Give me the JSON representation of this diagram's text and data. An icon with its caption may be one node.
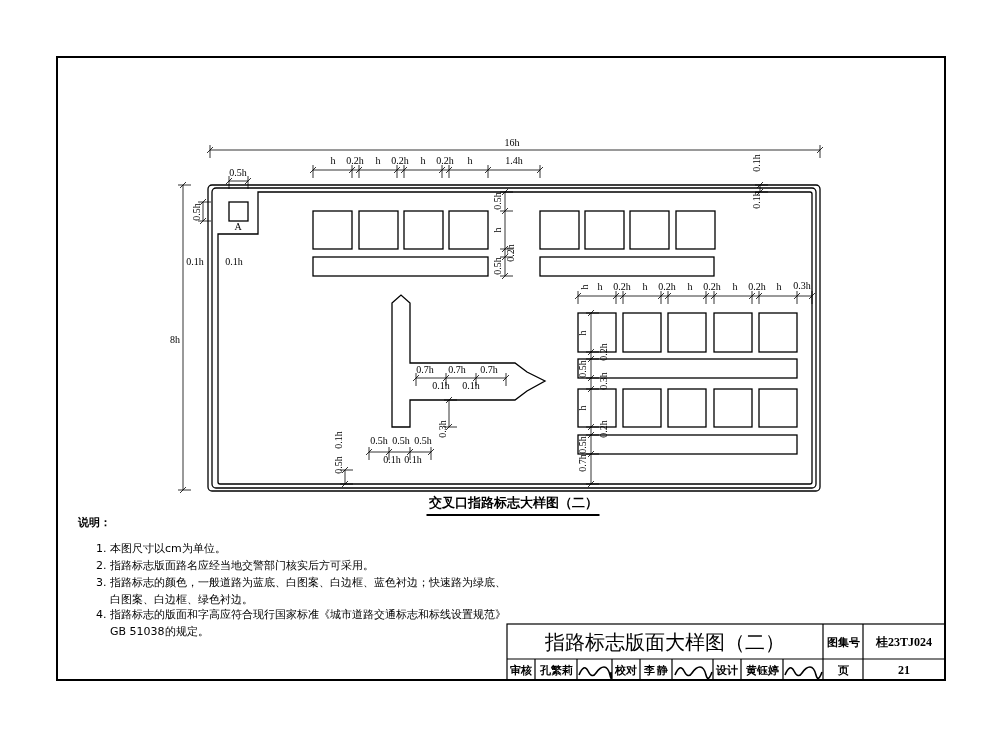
{
  "diagram": {
    "title": "指路标志版面大样图（二）",
    "caption": "交叉口指路标志大样图（二）",
    "labels": [
      "16h",
      "0.5h",
      "h",
      "0.2h",
      "h",
      "0.2h",
      "h",
      "0.2h",
      "h",
      "1.4h",
      "0.1h",
      "0.5h",
      "A",
      "0.5h",
      "h",
      "0.1h",
      "0.1h",
      "0.5h",
      "0.2h",
      "0.1h",
      "h",
      "h",
      "0.2h",
      "h",
      "0.2h",
      "h",
      "0.2h",
      "h",
      "0.2h",
      "h",
      "0.3h",
      "8h",
      "h",
      "0.2h",
      "0.5h",
      "0.7h",
      "0.7h",
      "0.7h",
      "0.1h",
      "0.1h",
      "0.3h",
      "h",
      "0.3h",
      "0.2h",
      "0.1h",
      "0.5h",
      "0.5h",
      "0.5h",
      "0.5h",
      "0.1h",
      "0.1h",
      "0.5h",
      "0.7h",
      "说明：",
      "1. 本图尺寸以cm为单位。",
      "2. 指路标志版面路名应经当地交警部门核实后方可采用。",
      "3. 指路标志的颜色，一般道路为蓝底、白图案、白边框、蓝色衬边；快速路为绿底、白图案、白边框、绿色衬边。",
      "4. 指路标志的版面和字高应符合现行国家标准《城市道路交通标志和标线设置规范》GB 51038的规定。",
      "图集号",
      "桂23TJ024",
      "审核",
      "孔繁莉",
      "校对",
      "李 静",
      "设计",
      "黄钰婷",
      "页",
      "21"
    ]
  }
}
